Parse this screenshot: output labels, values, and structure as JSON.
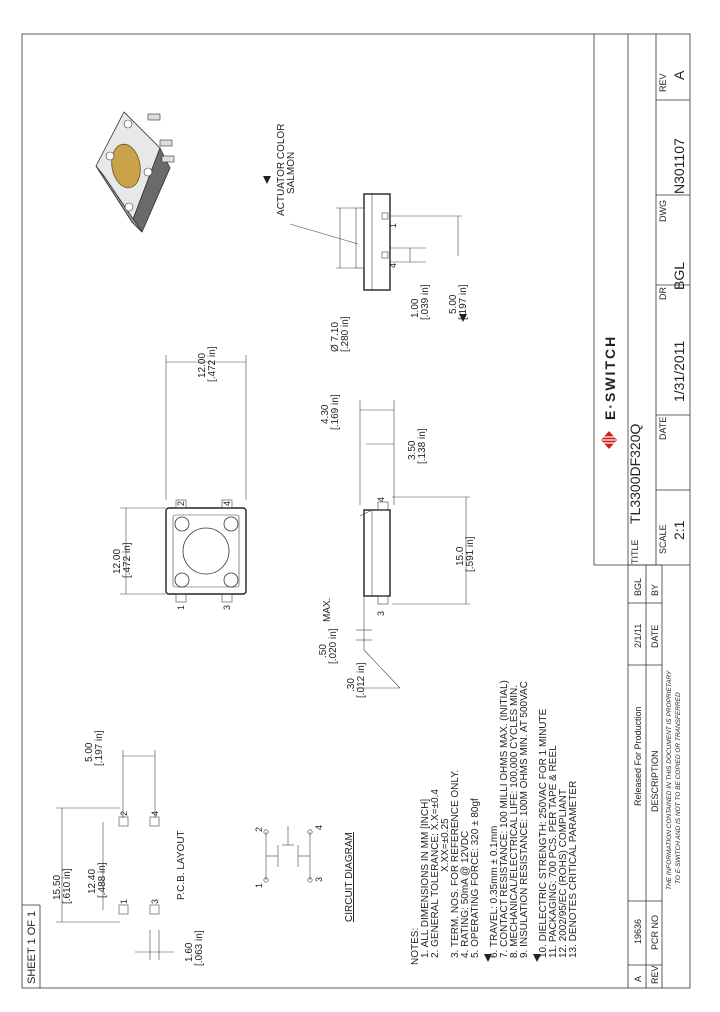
{
  "sheet": {
    "label": "SHEET 1 OF 1"
  },
  "title_block": {
    "rev_label": "REV",
    "rev_value": "A",
    "dwg_label": "DWG",
    "dwg_value": "N301107",
    "dr_label": "DR",
    "dr_value": "BGL",
    "date_label": "DATE",
    "date_value": "1/31/2011",
    "scale_label": "SCALE",
    "scale_value": "2:1",
    "title_label": "TITLE",
    "title_value": "TL3300DF320Q",
    "brand": "E·SWITCH"
  },
  "revision_table": {
    "headers": {
      "rev": "REV",
      "pcr": "PCR NO",
      "description": "DESCRIPTION",
      "date": "DATE",
      "by": "BY"
    },
    "rows": [
      {
        "rev": "A",
        "pcr": "19636",
        "description": "Released For Production",
        "date": "2/1/11",
        "by": "BGL"
      }
    ]
  },
  "proprietary": {
    "line1": "THE INFORMATION CONTAINED IN THIS DOCUMENT IS PROPRIETARY",
    "line2": "TO E-SWITCH AND IS NOT TO BE COPIED OR TRANSFERRED"
  },
  "notes": {
    "heading": "NOTES:",
    "items": [
      "1. ALL DIMENSIONS IN MM [INCH]",
      "2. GENERAL TOLERANCE: X.X=±0.4",
      "X.XX=±0.25",
      "3. TERM. NOS. FOR REFERENCE ONLY.",
      "4. RATING: 50mA @ 12VDC",
      "5. OPERATING FORCE: 320 ± 80gf",
      "6. TRAVEL: 0.35mm ± 0.1mm",
      "7. CONTACT RESISTANCE: 100 MILLI OHMS MAX. (INITIAL)",
      "8. MECHANICAL/ELECTRICAL LIFE: 100,000 CYCLES MIN.",
      "9. INSULATION RESISTANCE: 100M OHMS MIN. AT 500VAC",
      "10. DIELECTRIC STRENGTH: 250VAC FOR 1 MINUTE",
      "11. PACKAGING: 700 PCS. PER TAPE & REEL",
      "12. 2002/95/EC (ROHS) COMPLIANT",
      "13. DENOTES CRITICAL PARAMETER"
    ]
  },
  "circuit_diagram": {
    "heading": "CIRCUIT DIAGRAM",
    "pins": [
      "1",
      "2",
      "3",
      "4"
    ]
  },
  "pcb_layout": {
    "heading": "P.C.B. LAYOUT",
    "pins": [
      "1",
      "2",
      "3",
      "4"
    ],
    "dims": [
      {
        "mm": "15.50",
        "in": "[.610 in]"
      },
      {
        "mm": "12.40",
        "in": "[.488 in]"
      },
      {
        "mm": "5.00",
        "in": "[.197 in]"
      },
      {
        "mm": "1.60",
        "in": "[.063 in]"
      }
    ]
  },
  "top_view": {
    "pins": [
      "1",
      "2",
      "3",
      "4"
    ],
    "dims": [
      {
        "mm": "12.00",
        "in": "[.472 in]"
      },
      {
        "mm": "12.00",
        "in": "[.472 in]"
      }
    ]
  },
  "side_view": {
    "pins": [
      "3",
      "4"
    ],
    "max_label": "MAX.",
    "dims": [
      {
        "mm": "4.30",
        "in": "[.169 in]"
      },
      {
        "mm": "3.50",
        "in": "[.138 in]"
      },
      {
        "mm": "15.0",
        "in": "[.591 in]"
      },
      {
        "mm": ".50",
        "in": "[.020 in]"
      },
      {
        "mm": ".30",
        "in": "[.012 in]"
      }
    ]
  },
  "front_view": {
    "pins": [
      "1",
      "4"
    ],
    "actuator_label_1": "ACTUATOR COLOR",
    "actuator_label_2": "SALMON",
    "dims": [
      {
        "mm": "Ø 7.10",
        "in": "[.280 in]"
      },
      {
        "mm": "1.00",
        "in": "[.039 in]"
      },
      {
        "mm": "5.00",
        "in": "[.197 in]"
      }
    ]
  },
  "colors": {
    "actuator": "#c9a24a",
    "brand_red": "#d32020"
  }
}
